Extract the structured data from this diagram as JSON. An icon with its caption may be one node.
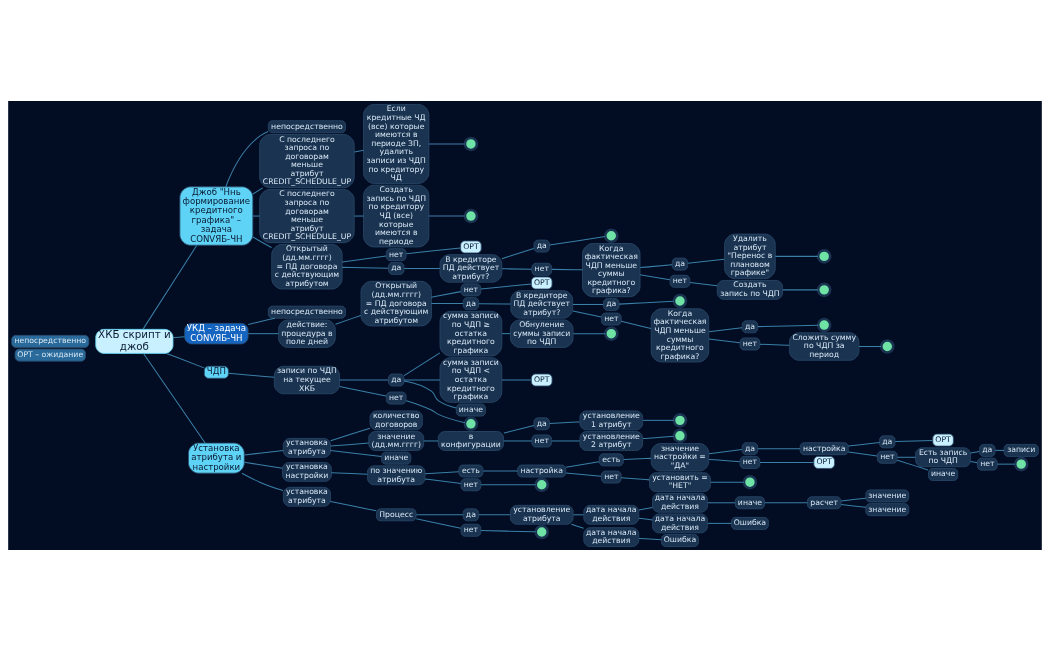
{
  "diagram": {
    "nodes": [
      {
        "text": [
          "ХКБ скрипт и джоб"
        ]
      },
      {
        "text": [
          "Джоб \"Ннь формирование кредитного графика\" – задача CONVЯБ-ЧН"
        ]
      },
      {
        "text": [
          "непосредственно"
        ]
      },
      {
        "text": [
          "С последнего запроса по договорам меньше атрибут CREDIT_SCHEDULE_UP"
        ]
      },
      {
        "text": [
          "Если кредитные ЧД (все) которые имеются в периоде ЗП, удалить записи из ЧДП по кредитору ЧД"
        ]
      },
      {
        "text": [],
        "shape": "circle"
      },
      {
        "text": [
          "С последнего запроса по договорам меньше атрибут CREDIT_SCHEDULE_UP"
        ]
      },
      {
        "text": [
          "Создать запись по ЧДП по кредитору ЧД (все) которые имеются в периоде"
        ]
      },
      {
        "text": [],
        "shape": "circle"
      },
      {
        "text": [
          "Открытый (дд.мм.гггг) = ПД договора с действующим атрибутом"
        ]
      },
      {
        "text": [
          "нет"
        ]
      },
      {
        "text": [
          "ОРТ"
        ]
      },
      {
        "text": [
          "да"
        ]
      },
      {
        "text": [
          "В кредиторе ПД действует атрибут?"
        ]
      },
      {
        "text": [
          "да"
        ]
      },
      {
        "text": [],
        "shape": "circle"
      },
      {
        "text": [
          "нет"
        ]
      },
      {
        "text": [
          "Когда фактическая ЧДП меньше суммы кредитного графика?"
        ]
      },
      {
        "text": [
          "да"
        ]
      },
      {
        "text": [
          "Удалить атрибут \"Перенос в плановом графике\""
        ]
      },
      {
        "text": [],
        "shape": "circle"
      },
      {
        "text": [
          "нет"
        ]
      },
      {
        "text": [
          "Создать запись по ЧДП"
        ]
      },
      {
        "text": [],
        "shape": "circle"
      },
      {
        "text": [
          "УКД – задача CONVЯБ-ЧН"
        ]
      },
      {
        "text": [
          "непосредственно"
        ]
      },
      {
        "text": [
          "действие: процедура в поле дней"
        ]
      },
      {
        "text": [
          "Открытый (дд.мм.гггг) = ПД договора с действующим атрибутом"
        ]
      },
      {
        "text": [
          "нет"
        ]
      },
      {
        "text": [
          "ОРТ"
        ]
      },
      {
        "text": [
          "да"
        ]
      },
      {
        "text": [
          "В кредиторе ПД действует атрибут?"
        ]
      },
      {
        "text": [
          "да"
        ]
      },
      {
        "text": [],
        "shape": "circle"
      },
      {
        "text": [
          "нет"
        ]
      },
      {
        "text": [
          "Когда фактическая ЧДП меньше суммы кредитного графика?"
        ]
      },
      {
        "text": [
          "да"
        ]
      },
      {
        "text": [],
        "shape": "circle"
      },
      {
        "text": [
          "нет"
        ]
      },
      {
        "text": [
          "Сложить сумму по ЧДП за период"
        ]
      },
      {
        "text": [],
        "shape": "circle"
      },
      {
        "text": [
          "ЧДП"
        ]
      },
      {
        "text": [
          "записи по ЧДП на текущее ХКБ"
        ]
      },
      {
        "text": [
          "да"
        ]
      },
      {
        "text": [
          "сумма записи по ЧДП ≥ остатка кредитного графика"
        ]
      },
      {
        "text": [
          "Обнуление суммы записи по ЧДП"
        ]
      },
      {
        "text": [],
        "shape": "circle"
      },
      {
        "text": [
          "сумма записи по ЧДП < остатка кредитного графика"
        ]
      },
      {
        "text": [
          "ОРТ"
        ]
      },
      {
        "text": [
          "иначе"
        ]
      },
      {
        "text": [
          "нет"
        ]
      },
      {
        "text": [],
        "shape": "circle"
      },
      {
        "text": [
          "Установка атрибута и настройки"
        ]
      },
      {
        "text": [
          "установка атрибута"
        ]
      },
      {
        "text": [
          "количество договоров"
        ]
      },
      {
        "text": [
          "значение (дд.мм.гггг)"
        ]
      },
      {
        "text": [
          "в конфигурации"
        ]
      },
      {
        "text": [
          "да"
        ]
      },
      {
        "text": [
          "установление 1 атрибут"
        ]
      },
      {
        "text": [],
        "shape": "circle"
      },
      {
        "text": [
          "нет"
        ]
      },
      {
        "text": [
          "установление 2 атрибут"
        ]
      },
      {
        "text": [],
        "shape": "circle"
      },
      {
        "text": [
          "иначе"
        ]
      },
      {
        "text": [
          "установка настройки"
        ]
      },
      {
        "text": [
          "по значению атрибута"
        ]
      },
      {
        "text": [
          "есть"
        ]
      },
      {
        "text": [
          "настройка"
        ]
      },
      {
        "text": [
          "есть"
        ]
      },
      {
        "text": [
          "значение настройки = \"ДА\""
        ]
      },
      {
        "text": [
          "да"
        ]
      },
      {
        "text": [
          "настройка"
        ]
      },
      {
        "text": [
          "да"
        ]
      },
      {
        "text": [
          "ОРТ"
        ]
      },
      {
        "text": [
          "нет"
        ]
      },
      {
        "text": [
          "Есть запись по ЧДП"
        ]
      },
      {
        "text": [
          "да"
        ]
      },
      {
        "text": [
          "записи"
        ]
      },
      {
        "text": [
          "нет"
        ]
      },
      {
        "text": [],
        "shape": "circle"
      },
      {
        "text": [
          "иначе"
        ]
      },
      {
        "text": [
          "нет"
        ]
      },
      {
        "text": [
          "ОРТ"
        ]
      },
      {
        "text": [
          "нет"
        ]
      },
      {
        "text": [
          "установить = \"НЕТ\""
        ]
      },
      {
        "text": [],
        "shape": "circle"
      },
      {
        "text": [
          "нет"
        ]
      },
      {
        "text": [],
        "shape": "circle"
      },
      {
        "text": [
          "установка атрибута"
        ]
      },
      {
        "text": [
          "Процесс"
        ]
      },
      {
        "text": [
          "да"
        ]
      },
      {
        "text": [
          "установление атрибута"
        ]
      },
      {
        "text": [
          "дата начала действия"
        ]
      },
      {
        "text": [
          "дата начала действия"
        ]
      },
      {
        "text": [
          "иначе"
        ]
      },
      {
        "text": [
          "расчет"
        ]
      },
      {
        "text": [
          "значение"
        ]
      },
      {
        "text": [
          "значение"
        ]
      },
      {
        "text": [
          "дата начала действия"
        ]
      },
      {
        "text": [
          "Ошибка"
        ]
      },
      {
        "text": [
          "дата начала действия"
        ]
      },
      {
        "text": [
          "Ошибка"
        ]
      },
      {
        "text": [
          "нет"
        ]
      },
      {
        "text": [],
        "shape": "circle"
      }
    ],
    "edges": [
      {
        "from": 0,
        "to": 1,
        "arrow": "none"
      },
      {
        "from": 1,
        "to": 2,
        "arrow": "none"
      },
      {
        "from": 1,
        "to": 3,
        "arrow": "none"
      },
      {
        "from": 3,
        "to": 4,
        "arrow": "none"
      },
      {
        "from": 4,
        "to": 5,
        "arrow": "none"
      },
      {
        "from": 1,
        "to": 6,
        "arrow": "none"
      },
      {
        "from": 6,
        "to": 7,
        "arrow": "none"
      },
      {
        "from": 7,
        "to": 8,
        "arrow": "none"
      },
      {
        "from": 1,
        "to": 9,
        "arrow": "none"
      },
      {
        "from": 9,
        "to": 10,
        "arrow": "none"
      },
      {
        "from": 10,
        "to": 11,
        "arrow": "none"
      },
      {
        "from": 9,
        "to": 12,
        "arrow": "none"
      },
      {
        "from": 12,
        "to": 13,
        "arrow": "none"
      },
      {
        "from": 13,
        "to": 14,
        "arrow": "none"
      },
      {
        "from": 14,
        "to": 15,
        "arrow": "none"
      },
      {
        "from": 13,
        "to": 16,
        "arrow": "none"
      },
      {
        "from": 16,
        "to": 17,
        "arrow": "none"
      },
      {
        "from": 17,
        "to": 18,
        "arrow": "none"
      },
      {
        "from": 18,
        "to": 19,
        "arrow": "none"
      },
      {
        "from": 19,
        "to": 20,
        "arrow": "none"
      },
      {
        "from": 17,
        "to": 21,
        "arrow": "none"
      },
      {
        "from": 21,
        "to": 22,
        "arrow": "none"
      },
      {
        "from": 22,
        "to": 23,
        "arrow": "none"
      },
      {
        "from": 0,
        "to": 24,
        "arrow": "none"
      },
      {
        "from": 24,
        "to": 25,
        "arrow": "none"
      },
      {
        "from": 24,
        "to": 26,
        "arrow": "none"
      },
      {
        "from": 26,
        "to": 27,
        "arrow": "none"
      },
      {
        "from": 27,
        "to": 28,
        "arrow": "none"
      },
      {
        "from": 28,
        "to": 29,
        "arrow": "none"
      },
      {
        "from": 27,
        "to": 30,
        "arrow": "none"
      },
      {
        "from": 30,
        "to": 31,
        "arrow": "none"
      },
      {
        "from": 31,
        "to": 32,
        "arrow": "none"
      },
      {
        "from": 32,
        "to": 33,
        "arrow": "none"
      },
      {
        "from": 31,
        "to": 34,
        "arrow": "none"
      },
      {
        "from": 34,
        "to": 35,
        "arrow": "none"
      },
      {
        "from": 35,
        "to": 36,
        "arrow": "none"
      },
      {
        "from": 36,
        "to": 37,
        "arrow": "none"
      },
      {
        "from": 35,
        "to": 38,
        "arrow": "none"
      },
      {
        "from": 38,
        "to": 39,
        "arrow": "none"
      },
      {
        "from": 39,
        "to": 40,
        "arrow": "none"
      },
      {
        "from": 0,
        "to": 41,
        "arrow": "none"
      },
      {
        "from": 41,
        "to": 42,
        "arrow": "none"
      },
      {
        "from": 42,
        "to": 43,
        "arrow": "none"
      },
      {
        "from": 43,
        "to": 44,
        "arrow": "none"
      },
      {
        "from": 44,
        "to": 45,
        "arrow": "none"
      },
      {
        "from": 45,
        "to": 46,
        "arrow": "none"
      },
      {
        "from": 43,
        "to": 47,
        "arrow": "none"
      },
      {
        "from": 47,
        "to": 48,
        "arrow": "none"
      },
      {
        "from": 43,
        "to": 49,
        "arrow": "none"
      },
      {
        "from": 42,
        "to": 50,
        "arrow": "none"
      },
      {
        "from": 50,
        "to": 51,
        "arrow": "none"
      },
      {
        "from": 0,
        "to": 52,
        "arrow": "none"
      },
      {
        "from": 52,
        "to": 53,
        "arrow": "none"
      },
      {
        "from": 53,
        "to": 54,
        "arrow": "none"
      },
      {
        "from": 53,
        "to": 55,
        "arrow": "none"
      },
      {
        "from": 55,
        "to": 56,
        "arrow": "none"
      },
      {
        "from": 56,
        "to": 57,
        "arrow": "none"
      },
      {
        "from": 57,
        "to": 58,
        "arrow": "none"
      },
      {
        "from": 58,
        "to": 59,
        "arrow": "none"
      },
      {
        "from": 56,
        "to": 60,
        "arrow": "none"
      },
      {
        "from": 60,
        "to": 61,
        "arrow": "none"
      },
      {
        "from": 61,
        "to": 62,
        "arrow": "none"
      },
      {
        "from": 53,
        "to": 63,
        "arrow": "none"
      },
      {
        "from": 52,
        "to": 64,
        "arrow": "none"
      },
      {
        "from": 64,
        "to": 65,
        "arrow": "none"
      },
      {
        "from": 65,
        "to": 66,
        "arrow": "none"
      },
      {
        "from": 66,
        "to": 67,
        "arrow": "none"
      },
      {
        "from": 67,
        "to": 68,
        "arrow": "none"
      },
      {
        "from": 68,
        "to": 69,
        "arrow": "none"
      },
      {
        "from": 69,
        "to": 70,
        "arrow": "none"
      },
      {
        "from": 70,
        "to": 71,
        "arrow": "none"
      },
      {
        "from": 71,
        "to": 72,
        "arrow": "none"
      },
      {
        "from": 72,
        "to": 73,
        "arrow": "none"
      },
      {
        "from": 71,
        "to": 74,
        "arrow": "none"
      },
      {
        "from": 74,
        "to": 75,
        "arrow": "none"
      },
      {
        "from": 75,
        "to": 76,
        "arrow": "none"
      },
      {
        "from": 76,
        "to": 77,
        "arrow": "none"
      },
      {
        "from": 75,
        "to": 78,
        "arrow": "none"
      },
      {
        "from": 78,
        "to": 79,
        "arrow": "none"
      },
      {
        "from": 74,
        "to": 80,
        "arrow": "none"
      },
      {
        "from": 69,
        "to": 81,
        "arrow": "none"
      },
      {
        "from": 81,
        "to": 82,
        "arrow": "none"
      },
      {
        "from": 67,
        "to": 83,
        "arrow": "none"
      },
      {
        "from": 83,
        "to": 84,
        "arrow": "none"
      },
      {
        "from": 84,
        "to": 85,
        "arrow": "none"
      },
      {
        "from": 65,
        "to": 86,
        "arrow": "none"
      },
      {
        "from": 86,
        "to": 87,
        "arrow": "none"
      },
      {
        "from": 52,
        "to": 88,
        "arrow": "none"
      },
      {
        "from": 88,
        "to": 89,
        "arrow": "none"
      },
      {
        "from": 89,
        "to": 90,
        "arrow": "none"
      },
      {
        "from": 90,
        "to": 91,
        "arrow": "none"
      },
      {
        "from": 91,
        "to": 92,
        "arrow": "none"
      },
      {
        "from": 92,
        "to": 93,
        "arrow": "none"
      },
      {
        "from": 93,
        "to": 94,
        "arrow": "none"
      },
      {
        "from": 94,
        "to": 95,
        "arrow": "none"
      },
      {
        "from": 95,
        "to": 96,
        "arrow": "none"
      },
      {
        "from": 95,
        "to": 97,
        "arrow": "none"
      },
      {
        "from": 92,
        "to": 98,
        "arrow": "none"
      },
      {
        "from": 98,
        "to": 99,
        "arrow": "none"
      },
      {
        "from": 91,
        "to": 100,
        "arrow": "none"
      },
      {
        "from": 100,
        "to": 101,
        "arrow": "none"
      },
      {
        "from": 89,
        "to": 102,
        "arrow": "none"
      },
      {
        "from": 102,
        "to": 103,
        "arrow": "none"
      }
    ],
    "legend": [
      {
        "text": "непосредственно"
      },
      {
        "text": "ОРТ – ожидание"
      }
    ]
  }
}
